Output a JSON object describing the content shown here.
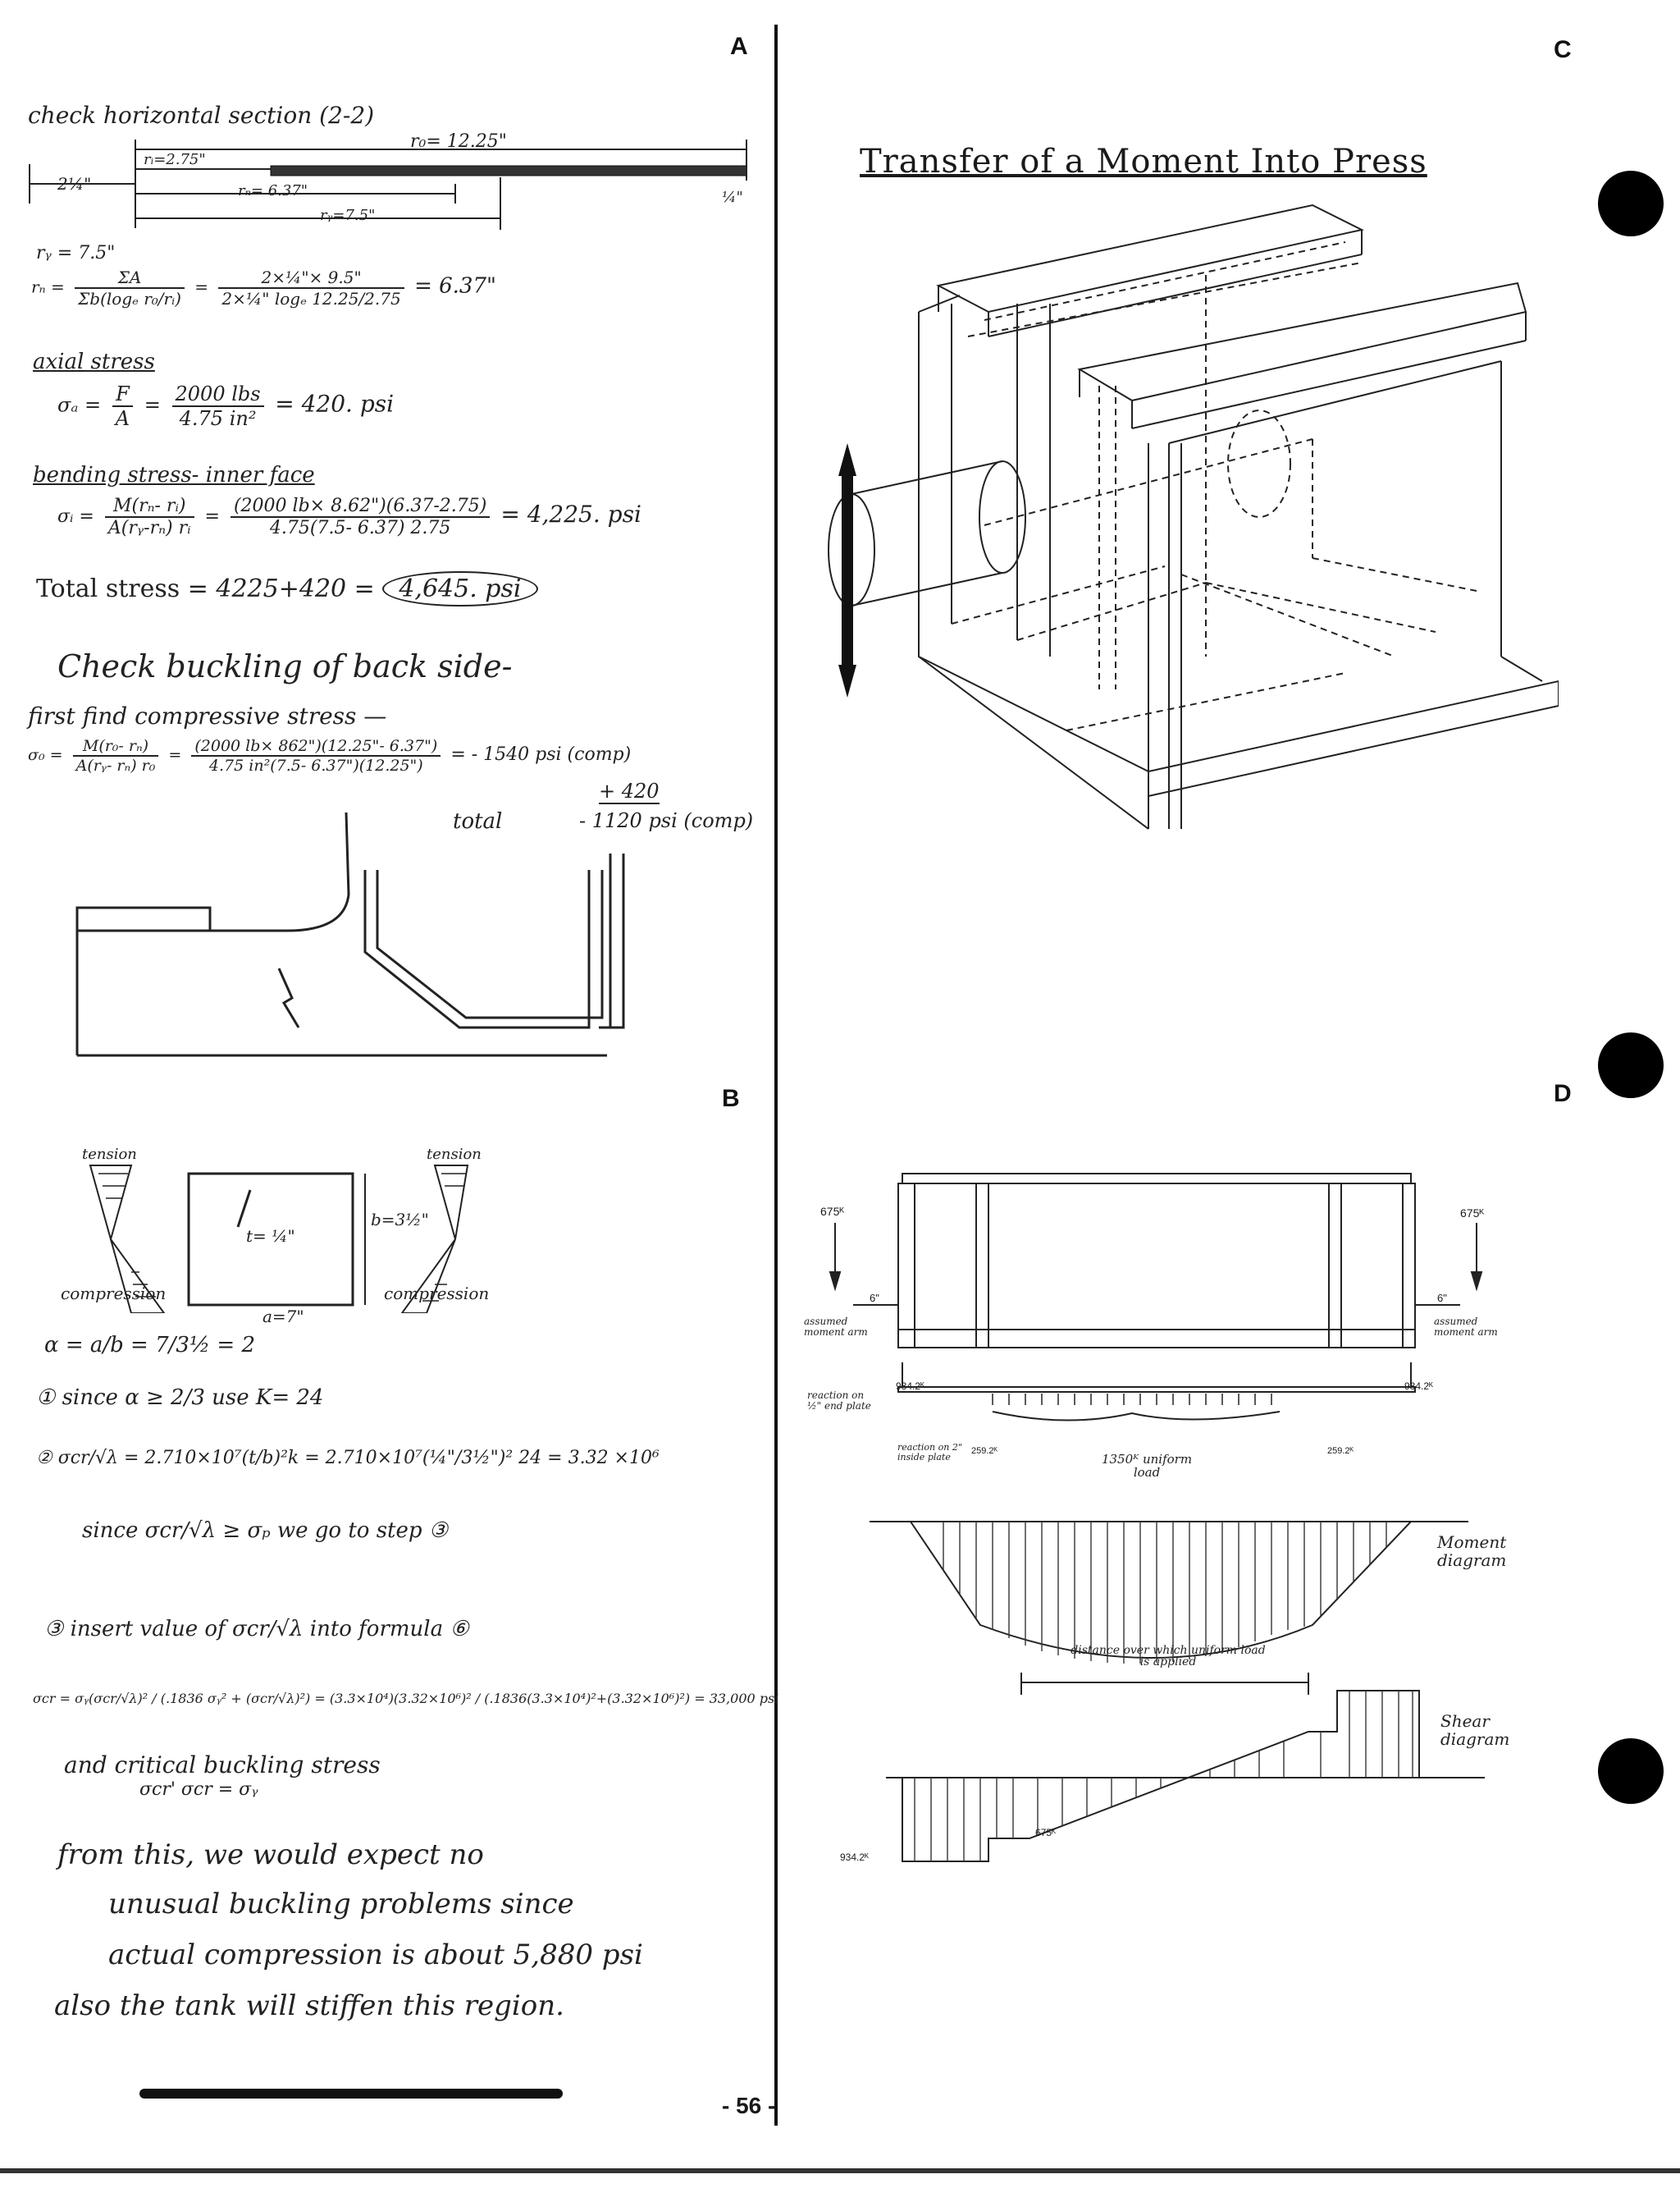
{
  "panels": {
    "a": "A",
    "b": "B",
    "c": "C",
    "d": "D"
  },
  "page_number": "- 56 -",
  "section_a": {
    "heading": "check horizontal section (2-2)",
    "dims": {
      "ro": "r₀= 12.25\"",
      "ri": "rᵢ=2.75\"",
      "rn": "rₙ= 6.37\"",
      "rg": "rᵧ=7.5\"",
      "left": "2¼\"",
      "thick": "¼\""
    },
    "rg_line": "rᵧ = 7.5\"",
    "rn_formula": {
      "lhs": "rₙ =",
      "num": "ΣA",
      "den": "Σb(logₑ r₀/rᵢ)",
      "eq": "=",
      "num2": "2×¼\"× 9.5\"",
      "den2": "2×¼\" logₑ 12.25/2.75",
      "result": "= 6.37\""
    },
    "axial_heading": "axial stress",
    "axial_formula": {
      "lhs": "σₐ =",
      "num": "F",
      "den": "A",
      "num2": "2000 lbs",
      "den2": "4.75 in²",
      "result": "= 420. psi"
    },
    "bending_heading": "bending stress- inner face",
    "bending_formula": {
      "lhs": "σᵢ =",
      "num": "M(rₙ- rᵢ)",
      "den": "A(rᵧ-rₙ) rᵢ",
      "num2": "(2000 lb× 8.62\")(6.37-2.75)",
      "den2": "4.75(7.5- 6.37) 2.75",
      "result": "= 4,225. psi"
    },
    "total_stress": {
      "label": "Total stress =",
      "expr": "4225+420 =",
      "result": "4,645. psi"
    },
    "buckling_heading": "Check buckling of back side-",
    "compressive_heading": "first find compressive stress —",
    "comp_formula": {
      "lhs": "σ₀ =",
      "num": "M(r₀- rₙ)",
      "den": "A(rᵧ- rₙ) r₀",
      "num2": "(2000 lb× 862\")(12.25\"- 6.37\")",
      "den2": "4.75 in²(7.5- 6.37\")(12.25\")",
      "result": "= - 1540 psi (comp)",
      "add": "+ 420",
      "total_label": "total",
      "total": "- 1120 psi (comp)"
    }
  },
  "section_b": {
    "tension_left": "tension",
    "tension_right": "tension",
    "compression_left": "compression",
    "compression_right": "compression",
    "t_label": "t= ¼\"",
    "b_label": "b=3½\"",
    "a_label": "a=7\"",
    "alpha": "α = a/b = 7/3½ = 2",
    "step1": "①  since α ≥ 2/3   use  K= 24",
    "step2": "②  σcr/√λ = 2.710×10⁷(t/b)²k = 2.710×10⁷(¼\"/3½\")² 24 = 3.32 ×10⁶",
    "step2b": "since  σcr/√λ ≥ σₚ    we go to step ③",
    "step3": "③  insert value of  σcr/√λ  into formula ⑥",
    "step3_formula": "σcr = σᵧ(σcr/√λ)² / (.1836 σᵧ² + (σcr/√λ)²) = (3.3×10⁴)(3.32×10⁶)² / (.1836(3.3×10⁴)²+(3.32×10⁶)²) = 33,000 psi",
    "critical": "and critical buckling stress",
    "critical2": "σcr'   σcr = σᵧ",
    "conclusion1": "from this, we would expect no",
    "conclusion2": "unusual buckling problems since",
    "conclusion3": "actual compression is about  5,880 psi",
    "conclusion4": "also the tank will stiffen this region."
  },
  "section_c": {
    "title": "Transfer of a Moment Into Press"
  },
  "section_d": {
    "load_left": "675ᴷ",
    "load_right": "675ᴷ",
    "arm_left_dim": "6\"",
    "arm_right_dim": "6\"",
    "assumed_left": "assumed moment arm",
    "assumed_right": "assumed moment arm",
    "reaction_left": "934.2ᴷ",
    "reaction_right": "934.2ᴷ",
    "reaction_plate": "reaction on ½\" end plate",
    "reaction_inside": "reaction on 2\" inside plate",
    "inside_val_left": "259.2ᴷ",
    "inside_val_right": "259.2ᴷ",
    "uniform": "1350ᴷ uniform load",
    "moment_label": "Moment diagram",
    "distance_label": "distance over which uniform load is applied",
    "shear_label": "Shear diagram",
    "shear_low": "934.2ᴷ",
    "shear_mid": "675ᴷ"
  }
}
